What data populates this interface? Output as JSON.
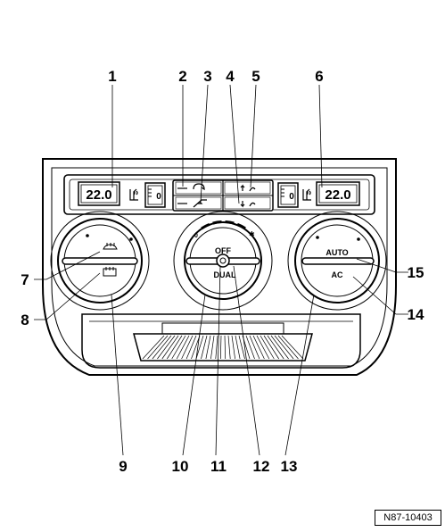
{
  "callouts": [
    "1",
    "2",
    "3",
    "4",
    "5",
    "6",
    "7",
    "8",
    "9",
    "10",
    "11",
    "12",
    "13",
    "14",
    "15"
  ],
  "display_left_temp": "22.0",
  "display_right_temp": "22.0",
  "seat_heat_level_left": "0",
  "seat_heat_level_right": "0",
  "knob_fan_off": "OFF",
  "knob_fan_dual": "DUAL",
  "knob_fan_scale_min": "0",
  "knob_right_auto": "AUTO",
  "knob_right_ac": "AC",
  "reference_code": "N87-10403",
  "icons": [
    "rear-defrost-icon",
    "windshield-defrost-icon",
    "recirculation-icon",
    "air-to-windshield-icon",
    "air-to-face-icon",
    "air-to-footwell-icon",
    "seat-heater-icon",
    "fan-icon"
  ]
}
